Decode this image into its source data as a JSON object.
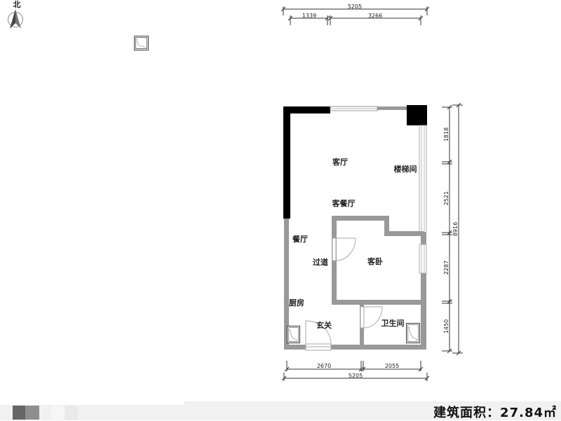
{
  "compass": {
    "label": "北",
    "icon": "north-arrow-icon"
  },
  "legend_icon": "shower-symbol-icon",
  "dimensions": {
    "top_total": "5205",
    "top_left": "1339",
    "top_right": "3266",
    "bottom_left": "2670",
    "bottom_right": "2055",
    "bottom_total": "5205",
    "right_segments": [
      "1818",
      "2521",
      "2287",
      "1450"
    ],
    "right_total": "8916"
  },
  "rooms": {
    "living_room": "客厅",
    "stairwell": "楼梯间",
    "living_dining": "客餐厅",
    "dining": "餐厅",
    "corridor": "过道",
    "guest_bedroom": "客卧",
    "kitchen": "厨房",
    "entrance": "玄关",
    "bathroom": "卫生间"
  },
  "footer": {
    "area_label": "建筑面积：27.84㎡",
    "swatches": [
      "#666666",
      "#8f8f8f",
      "#f4f4f4",
      "#ececec"
    ]
  },
  "colors": {
    "exterior_wall": "#000000",
    "interior_wall": "#999999",
    "window": "#cccccc",
    "dimension_line": "#333333"
  }
}
